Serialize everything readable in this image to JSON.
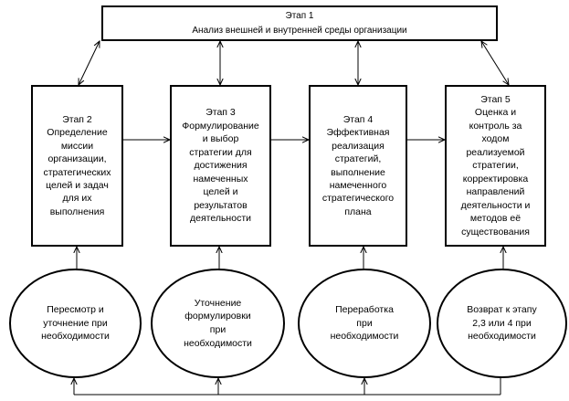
{
  "stage1": {
    "title": "Этап 1",
    "text": "Анализ внешней и внутренней среды организации"
  },
  "stages": [
    {
      "title": "Этап 2",
      "text": "Определение\nмиссии\nорганизации,\nстратегических\nцелей и задач\nдля их\nвыполнения"
    },
    {
      "title": "Этап 3",
      "text": "Формулирование\nи выбор\nстратегии для\nдостижения\nнамеченных\nцелей и\nрезультатов\nдеятельности"
    },
    {
      "title": "Этап 4",
      "text": "Эффективная\nреализация\nстратегий,\nвыполнение\nнамеченного\nстратегического\nплана"
    },
    {
      "title": "Этап 5",
      "text": "Оценка и\nконтроль за\nходом\nреализуемой\nстратегии,\nкорректировка\nнаправлений\nдеятельности и\nметодов её\nсуществования"
    }
  ],
  "feedback": [
    {
      "text": "Пересмотр и\nуточнение при\nнеобходимости"
    },
    {
      "text": "Уточнение\nформулировки\nпри\nнеобходимости"
    },
    {
      "text": "Переработка\nпри\nнеобходимости"
    },
    {
      "text": "Возврат к этапу\n2,3 или 4 при\nнеобходимости"
    }
  ]
}
